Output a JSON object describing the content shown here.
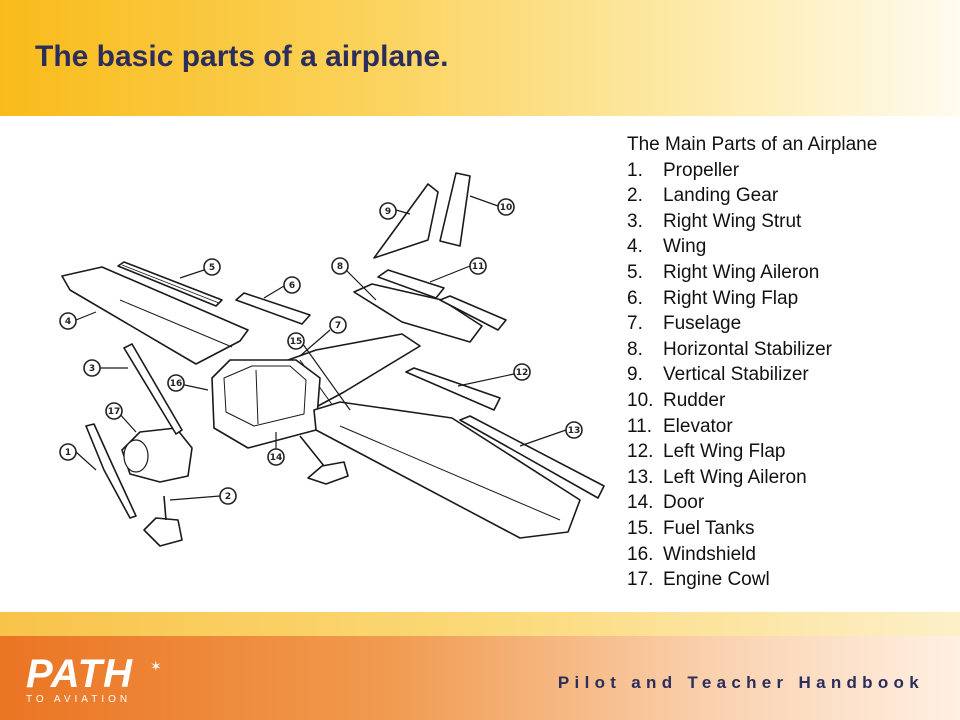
{
  "slide": {
    "title": "The basic parts of a airplane."
  },
  "parts_list": {
    "heading": "The Main Parts of an Airplane",
    "items": [
      {
        "num": "1.",
        "label": "Propeller"
      },
      {
        "num": "2.",
        "label": "Landing Gear"
      },
      {
        "num": "3.",
        "label": "Right Wing Strut"
      },
      {
        "num": "4.",
        "label": "Wing"
      },
      {
        "num": "5.",
        "label": "Right Wing Aileron"
      },
      {
        "num": "6.",
        "label": "Right Wing Flap"
      },
      {
        "num": "7.",
        "label": "Fuselage"
      },
      {
        "num": "8.",
        "label": "Horizontal Stabilizer"
      },
      {
        "num": "9.",
        "label": "Vertical Stabilizer"
      },
      {
        "num": "10.",
        "label": "Rudder"
      },
      {
        "num": "11.",
        "label": "Elevator"
      },
      {
        "num": "12.",
        "label": "Left Wing Flap"
      },
      {
        "num": "13.",
        "label": "Left Wing Aileron"
      },
      {
        "num": "14.",
        "label": "Door"
      },
      {
        "num": "15.",
        "label": "Fuel Tanks"
      },
      {
        "num": "16.",
        "label": "Windshield"
      },
      {
        "num": "17.",
        "label": "Engine Cowl"
      }
    ]
  },
  "diagram": {
    "callouts": [
      "1",
      "2",
      "3",
      "4",
      "5",
      "6",
      "7",
      "8",
      "9",
      "10",
      "11",
      "12",
      "13",
      "14",
      "15",
      "16",
      "17"
    ]
  },
  "footer": {
    "logo_text": "PATH",
    "logo_subtext": "TO AVIATION",
    "handbook": "Pilot and Teacher Handbook"
  },
  "colors": {
    "header_gold": "#f9bb1a",
    "footer_orange": "#ea7523",
    "title_navy": "#2b2d5c"
  }
}
